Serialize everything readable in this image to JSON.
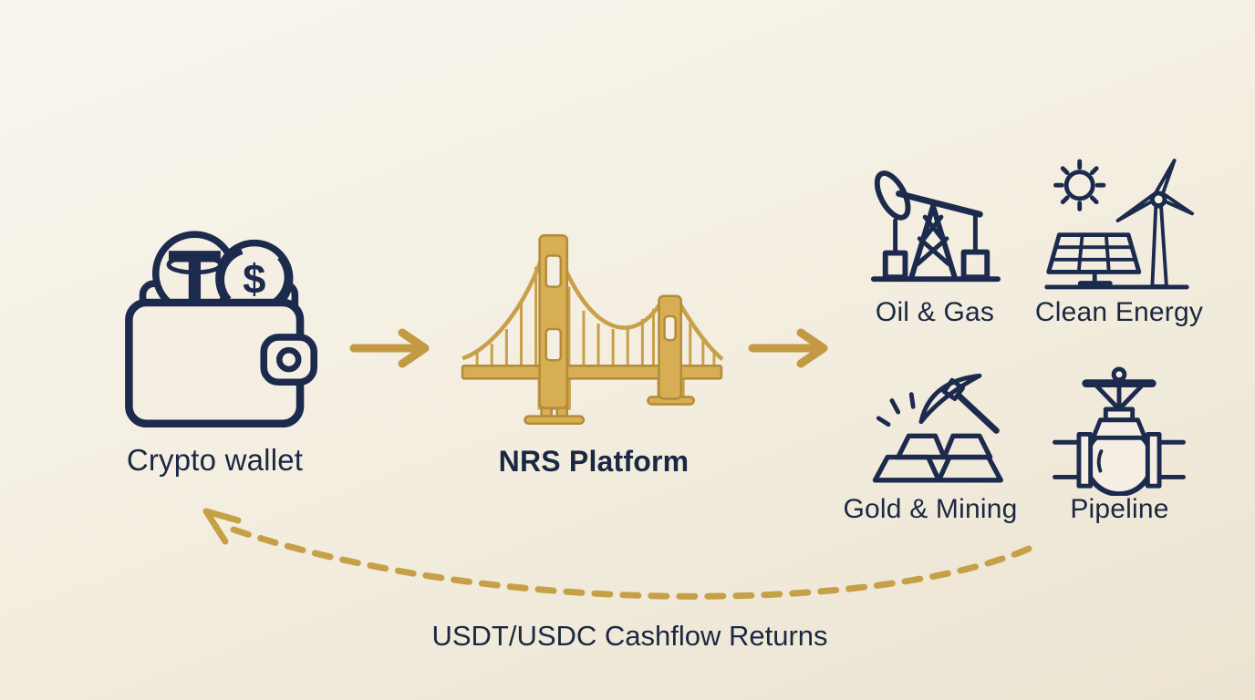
{
  "colors": {
    "background": "#f4efe2",
    "ink": "#1c2b4d",
    "gold_arrow": "#c39a43",
    "bridge_gold": "#d8ae54",
    "bridge_gold_dark": "#b28c39"
  },
  "flow": {
    "source": {
      "label": "Crypto wallet",
      "icon": "wallet-with-coins"
    },
    "platform": {
      "label": "NRS Platform",
      "icon": "suspension-bridge"
    },
    "destinations": [
      {
        "label": "Oil & Gas",
        "icon": "pumpjack"
      },
      {
        "label": "Clean Energy",
        "icon": "sun-solar-wind-turbine"
      },
      {
        "label": "Gold & Mining",
        "icon": "pickaxe-gold-bars"
      },
      {
        "label": "Pipeline",
        "icon": "pipe-valve"
      }
    ],
    "return_flow": {
      "label": "USDT/USDC Cashflow Returns"
    },
    "coin_symbols": {
      "dollar": "$"
    }
  }
}
